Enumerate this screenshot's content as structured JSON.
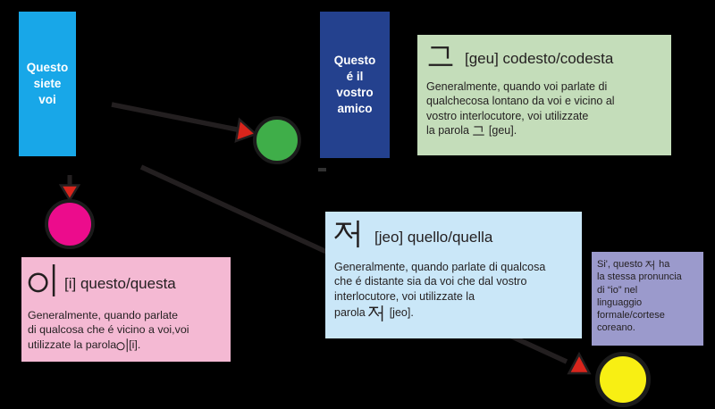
{
  "scene": {
    "background": "#000000",
    "line_color": "#231f20",
    "arrowhead_color": "#d8251c"
  },
  "boxes": {
    "you_box": {
      "text": "Questo\nsiete\nvoi",
      "bg": "#18a7e8",
      "text_color": "#ffffff"
    },
    "friend_box": {
      "text": "Questo\né il\nvostro\namico",
      "bg": "#24418e",
      "text_color": "#ffffff"
    }
  },
  "panels": {
    "geu": {
      "bg": "#c4ddba",
      "title_char": "그",
      "title_rest": "[geu] codesto/codesta",
      "body": "Generalmente, quando voi parlate di\nqualchecosa lontano da voi e vicino al\nvostro interlocutore, voi utilizzate",
      "last_prefix": "la parola ",
      "last_char": "그",
      "last_suffix": " [geu]."
    },
    "jeo": {
      "bg": "#cae7f8",
      "title_char": "저",
      "title_rest": "[jeo] quello/quella",
      "body": "Generalmente, quando parlate di qualcosa\nche é distante sia da voi che dal vostro\ninterlocutore, voi utilizzate la",
      "last_prefix": "parola ",
      "last_char": "저",
      "last_suffix": " [jeo]."
    },
    "i": {
      "bg": "#f4b9d3",
      "title_char": "이",
      "title_rest": "[i] questo/questa",
      "body": "Generalmente, quando parlate\ndi qualcosa che é vicino a voi,voi",
      "last_prefix": "utilizzate la parola",
      "last_char": "이",
      "last_suffix": "[i]."
    },
    "note": {
      "bg": "#9b9acc",
      "first_prefix": "Si', questo ",
      "first_char": "저",
      "first_suffix": " ha",
      "rest": "la stessa pronuncia\ndi “io” nel\nlinguaggio\nformale/cortese\ncoreano."
    }
  },
  "circles": {
    "green": "#3fae49",
    "magenta": "#ec0c8c",
    "yellow": "#f8ef13"
  }
}
